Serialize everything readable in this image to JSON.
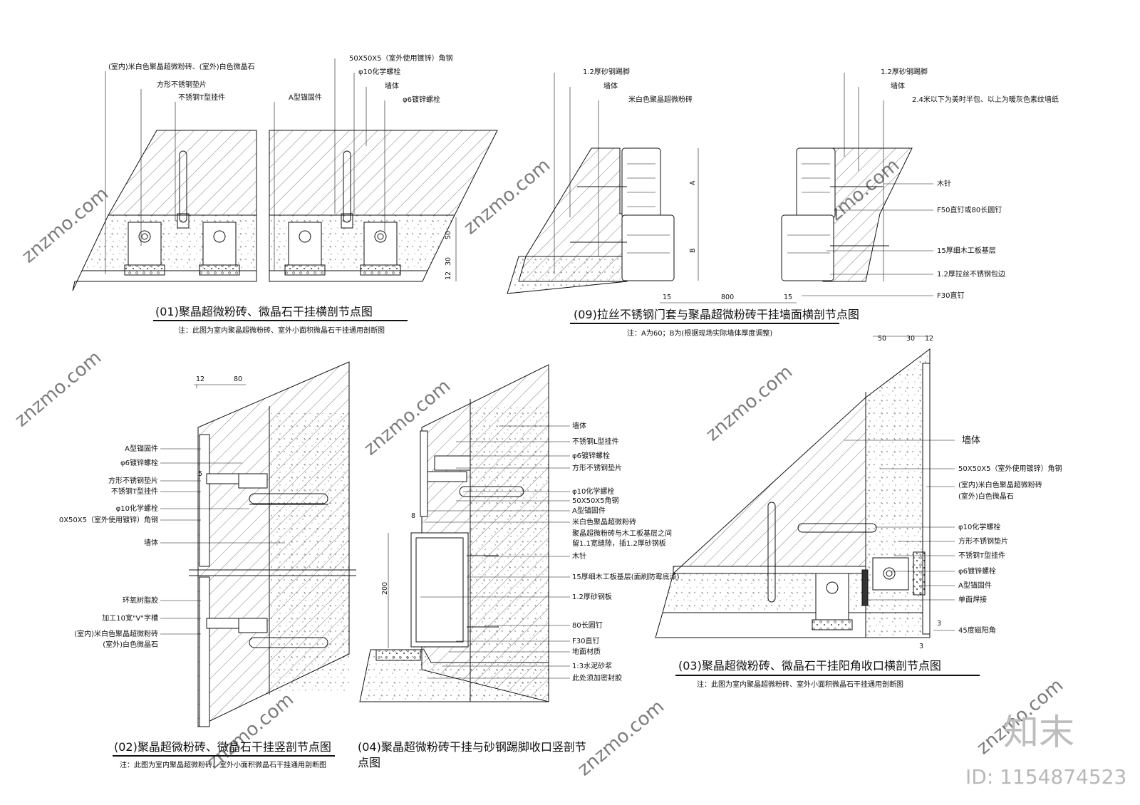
{
  "d01": {
    "title": "(01)聚晶超微粉砖、微晶石干挂横剖节点图",
    "note": "注：此图为室内聚晶超微粉砖、室外小面积微晶石干挂通用剖断图",
    "labels": [
      "(室内)米白色聚晶超微粉砖、(室外)白色微晶石",
      "方形不锈钢垫片",
      "不锈钢T型挂件",
      "A型锚固件",
      "50X50X5（室外使用镀锌）角钢",
      "φ10化学螺栓",
      "墙体",
      "φ6镀锌螺栓"
    ],
    "dims": [
      "50",
      "30",
      "12"
    ]
  },
  "d09": {
    "title": "(09)拉丝不锈钢门套与聚晶超微粉砖干挂墙面横剖节点图",
    "note": "注：A为60；B为(根据现场实际墙体厚度调整)",
    "labels_left": [
      "1.2厚砂钢踢脚",
      "墙体",
      "米白色聚晶超微粉砖"
    ],
    "labels_right": [
      "1.2厚砂钢踢脚",
      "墙体",
      "2.4米以下为美时半包、以上为暖灰色素纹墙纸",
      "木针",
      "F50直钉或80长圆钉",
      "15厚细木工板基层",
      "1.2厚拉丝不锈钢包边",
      "F30直钉"
    ],
    "dims": [
      "15",
      "800",
      "15",
      "A",
      "B"
    ]
  },
  "d02": {
    "title": "(02)聚晶超微粉砖、微晶石干挂竖剖节点图",
    "note": "注：此图为室内聚晶超微粉砖、室外小面积微晶石干挂通用剖断图",
    "labels": [
      "A型锚固件",
      "φ6镀锌螺栓",
      "方形不锈钢垫片",
      "不锈钢T型挂件",
      "φ10化学螺栓",
      "0X50X5（室外使用镀锌）角钢",
      "墙体",
      "环氧树脂胶",
      "加工10宽\"V\"字槽",
      "(室内)米白色聚晶超微粉砖",
      "(室外)白色微晶石"
    ],
    "dims": [
      "12",
      "80",
      "5"
    ]
  },
  "d04": {
    "title": "(04)聚晶超微粉砖干挂与砂钢踢脚收口竖剖节",
    "title2": "点图",
    "labels": [
      "墙体",
      "不锈钢L型挂件",
      "φ6镀锌螺栓",
      "方形不锈钢垫片",
      "φ10化学螺栓",
      "50X50X5角钢",
      "A型锚固件",
      "米白色聚晶超微粉砖",
      "聚晶超微粉砖与木工板基层之间",
      "留1.1宽缝隙，插1.2厚砂钢板",
      "木针",
      "15厚细木工板基层(面刷防霉底漆)",
      "1.2厚砂钢板",
      "80长圆钉",
      "F30直钉",
      "地面材质",
      "1:3水泥砂浆",
      "此处须加密封胶"
    ],
    "dims": [
      "8",
      "200"
    ]
  },
  "d03": {
    "title": "(03)聚晶超微粉砖、微晶石干挂阳角收口横剖节点图",
    "note": "注：此图为室内聚晶超微粉砖、室外小面积微晶石干挂通用剖断图",
    "labels": [
      "墙体",
      "50X50X5（室外使用镀锌）角钢",
      "(室内)米白色聚晶超微粉砖",
      "(室外)白色微晶石",
      "φ10化学螺栓",
      "方形不锈钢垫片",
      "不锈钢T型挂件",
      "φ6镀锌螺栓",
      "A型锚固件",
      "单面焊接",
      "45度磁阳角"
    ],
    "dims": [
      "50",
      "30",
      "12",
      "3",
      "3"
    ]
  },
  "watermark": {
    "site": "znzmo.com",
    "brand": "知末",
    "id": "ID: 1154874523"
  },
  "colors": {
    "line": "#111111",
    "watermark": "#cfd6e6"
  }
}
